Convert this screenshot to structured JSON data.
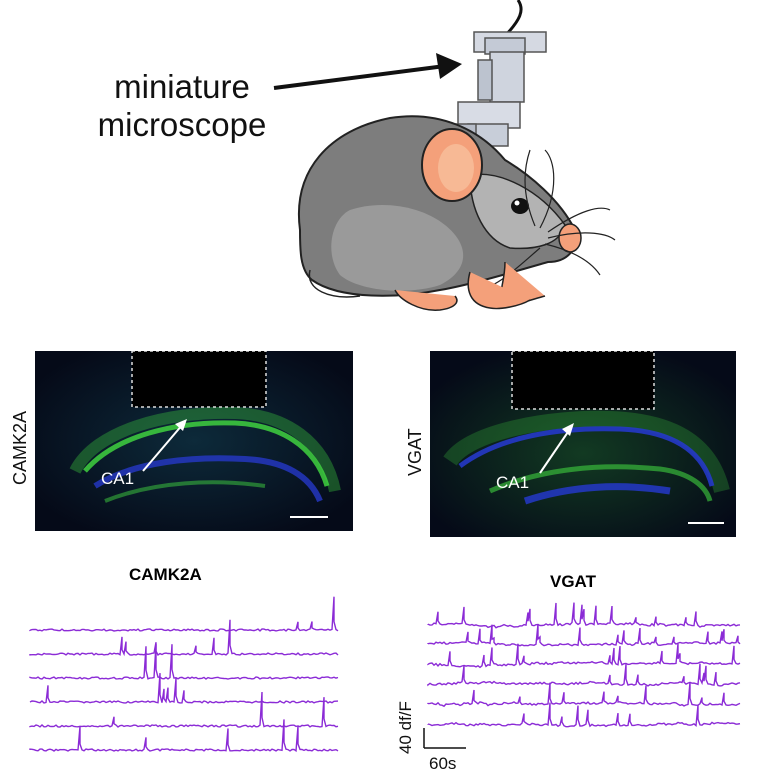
{
  "top": {
    "microscope_label_line1": "miniature",
    "microscope_label_line2": "microscope"
  },
  "panels": {
    "left": {
      "side_label": "CAMK2A",
      "region_label": "CA1"
    },
    "right": {
      "side_label": "VGAT",
      "region_label": "CA1"
    }
  },
  "traces": {
    "left_title": "CAMK2A",
    "right_title": "VGAT",
    "trace_color": "#8b2bd6",
    "left_rows": 6,
    "right_rows": 6,
    "scale_y_label": "40 df/F",
    "scale_x_label": "60s"
  },
  "colors": {
    "fluor_green": "#3fd13f",
    "nuclear_blue": "#2538c8",
    "mouse_gray": "#7d7d7d",
    "ear_pink": "#f4a07a"
  }
}
